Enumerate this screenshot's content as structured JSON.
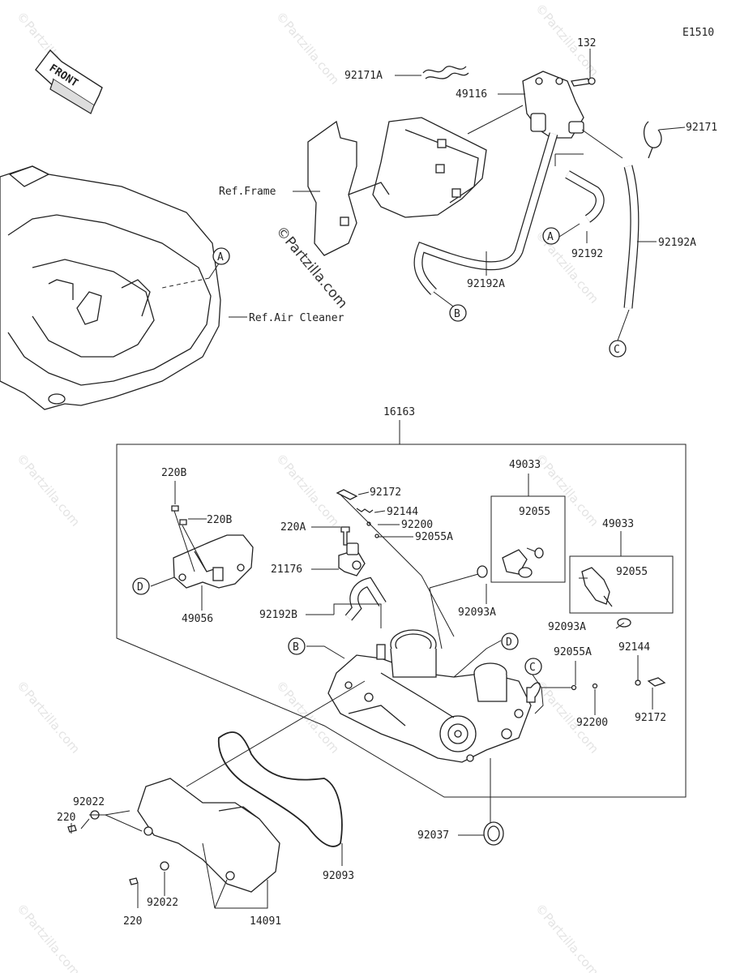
{
  "diagram_code": "E1510",
  "front_label": "FRONT",
  "watermark_text": "©Partzilla.com",
  "refs": {
    "frame": "Ref.Frame",
    "air_cleaner": "Ref.Air Cleaner"
  },
  "callouts": [
    "A",
    "B",
    "C",
    "D"
  ],
  "parts": {
    "p132": "132",
    "p92171A": "92171A",
    "p49116": "49116",
    "p92171": "92171",
    "p92192": "92192",
    "p92192A_left": "92192A",
    "p92192A_right": "92192A",
    "p16163": "16163",
    "p220B_top": "220B",
    "p220B_mid": "220B",
    "p92172_top": "92172",
    "p92144_top": "92144",
    "p220A": "220A",
    "p92200_top": "92200",
    "p92055A_top": "92055A",
    "p21176": "21176",
    "p49056": "49056",
    "p92192B": "92192B",
    "p49033_a": "49033",
    "p92055_a": "92055",
    "p92093A_a": "92093A",
    "p49033_b": "49033",
    "p92055_b": "92055",
    "p92093A_b": "92093A",
    "p92055A_right": "92055A",
    "p92144_right": "92144",
    "p92200_right": "92200",
    "p92172_right": "92172",
    "p92022_top": "92022",
    "p220_top": "220",
    "p92037": "92037",
    "p92093": "92093",
    "p92022_bottom": "92022",
    "p220_bottom": "220",
    "p14091": "14091"
  }
}
